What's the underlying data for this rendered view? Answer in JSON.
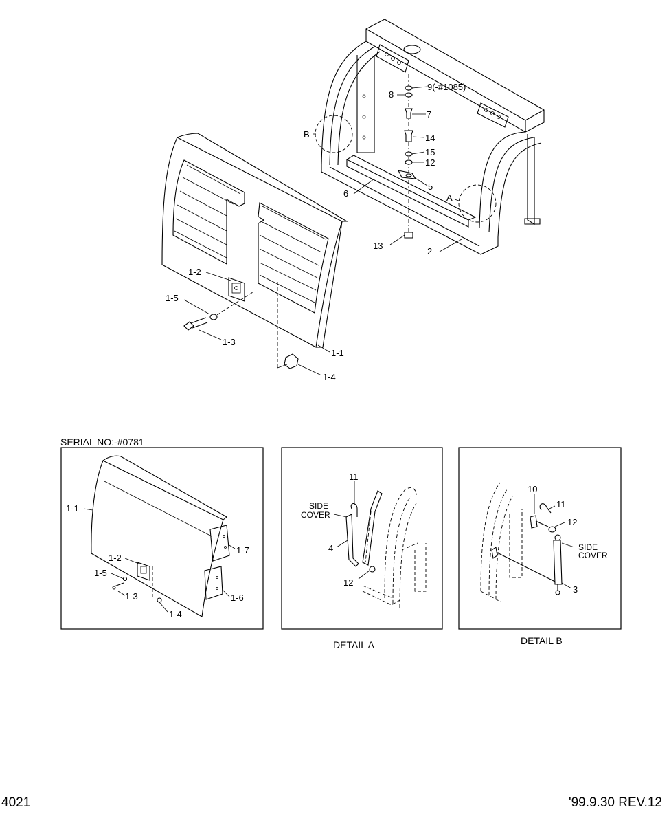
{
  "serial_note": "SERIAL NO:-#0781",
  "detail_a_caption": "DETAIL A",
  "detail_b_caption": "DETAIL B",
  "page_number": "4021",
  "revision": "'99.9.30 REV.12",
  "main_labels": {
    "p9": "9(-#1085)",
    "p8": "8",
    "p7": "7",
    "p14": "14",
    "p15": "15",
    "p12": "12",
    "p5": "5",
    "p6": "6",
    "p13": "13",
    "p2": "2",
    "pA": "A",
    "pB": "B",
    "p1_2": "1-2",
    "p1_5": "1-5",
    "p1_3": "1-3",
    "p1_1": "1-1",
    "p1_4": "1-4"
  },
  "inset1_labels": {
    "p1_1": "1-1",
    "p1_2": "1-2",
    "p1_5": "1-5",
    "p1_3": "1-3",
    "p1_4": "1-4",
    "p1_7": "1-7",
    "p1_6": "1-6"
  },
  "detail_a_labels": {
    "p11": "11",
    "side": "SIDE",
    "cover": "COVER",
    "p4": "4",
    "p12": "12"
  },
  "detail_b_labels": {
    "p10": "10",
    "p11": "11",
    "p12": "12",
    "side": "SIDE",
    "cover": "COVER",
    "p3": "3"
  }
}
